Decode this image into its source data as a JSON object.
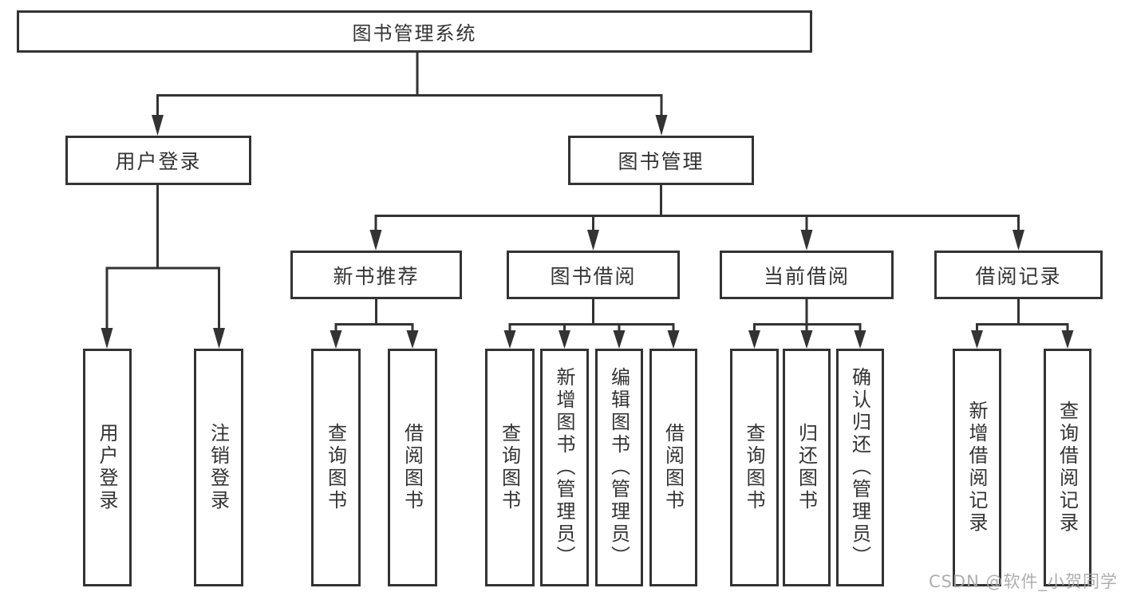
{
  "tree": {
    "root": "图书管理系统",
    "branches": [
      {
        "label": "用户登录",
        "children": [
          "用户登录",
          "注销登录"
        ]
      },
      {
        "label": "图书管理",
        "groups": [
          {
            "label": "新书推荐",
            "children": [
              "查询图书",
              "借阅图书"
            ]
          },
          {
            "label": "图书借阅",
            "children": [
              "查询图书",
              "新增图书（管理员）",
              "编辑图书（管理员）",
              "借阅图书"
            ]
          },
          {
            "label": "当前借阅",
            "children": [
              "查询图书",
              "归还图书",
              "确认归还（管理员）"
            ]
          },
          {
            "label": "借阅记录",
            "children": [
              "新增借阅记录",
              "查询借阅记录"
            ]
          }
        ]
      }
    ]
  },
  "watermark": "CSDN @软件_小贺同学",
  "colors": {
    "line": "#333333",
    "text": "#333333",
    "watermark-color": "#a6a6a6",
    "bg": "#ffffff"
  }
}
